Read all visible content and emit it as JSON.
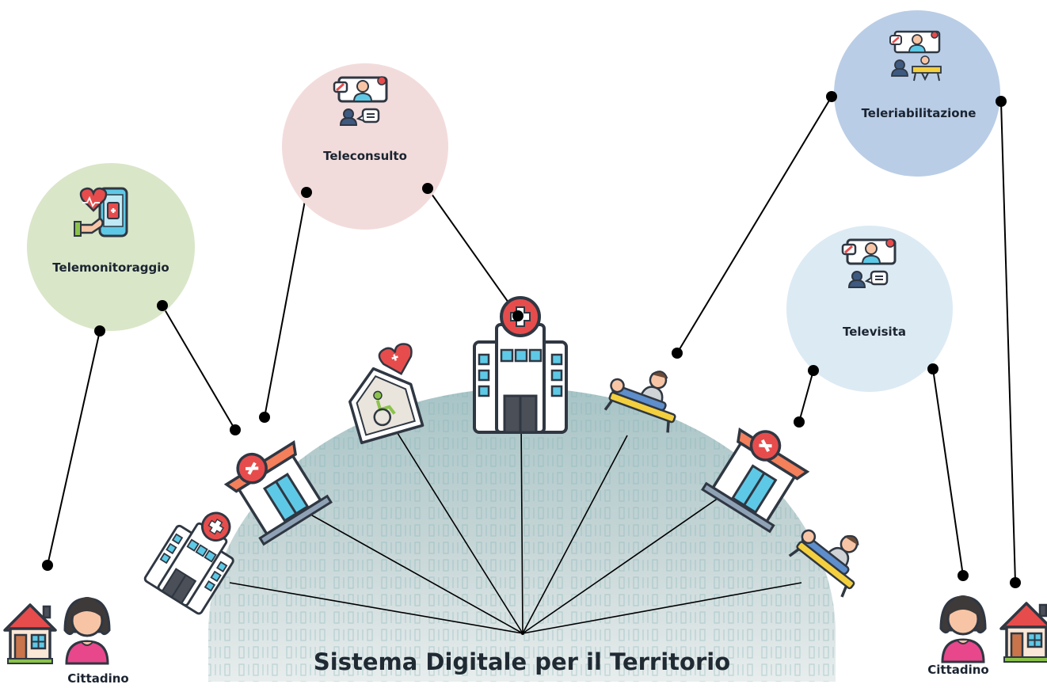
{
  "title": "Sistema Digitale per il Territorio",
  "services": [
    {
      "label": "Telemonitoraggio",
      "color": "#d9e6c8"
    },
    {
      "label": "Teleconsulto",
      "color": "#f2dcdb"
    },
    {
      "label": "Teleriabilitazione",
      "color": "#b9cde6"
    },
    {
      "label": "Televisita",
      "color": "#dceaf4"
    }
  ],
  "citizens": [
    {
      "label": "Cittadino"
    },
    {
      "label": "Cittadino"
    }
  ],
  "colors": {
    "accent_red": "#e74c4c",
    "frame_dark": "#2f3742",
    "glass_blue": "#5ec9e6",
    "skin": "#f7c5a5",
    "shirt_pink": "#e8478b"
  }
}
